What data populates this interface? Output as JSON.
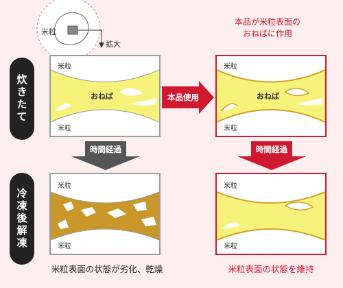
{
  "zoom": {
    "grain_label": "米粒",
    "enlarge_label": "拡大"
  },
  "rows": {
    "cooked": "炊きたて",
    "frozen": "冷凍後解凍"
  },
  "panels": {
    "top_left": {
      "top_grain": "米粒",
      "bottom_grain": "米粒",
      "center": "おねば"
    },
    "top_right": {
      "top_grain": "米粒",
      "bottom_grain": "米粒",
      "center": "おねば"
    },
    "bottom_left": {
      "top_grain": "米粒",
      "bottom_grain": "米粒"
    },
    "bottom_right": {
      "top_grain": "米粒",
      "bottom_grain": "米粒"
    }
  },
  "arrows": {
    "use_product": "本品使用",
    "time_left": "時間経過",
    "time_right": "時間経過"
  },
  "captions": {
    "top_right_line1": "本品が米粒表面の",
    "top_right_line2": "おねばに作用",
    "bottom_left": "米粒表面の状態が劣化、乾燥",
    "bottom_right": "米粒表面の状態を維持"
  },
  "colors": {
    "gray_border": "#9a9a9a",
    "red": "#d0182e",
    "yellow_fill": "#f7f27a",
    "brown_fill": "#c9972a",
    "dark": "#222222",
    "pink_bg": "#fdeef0"
  }
}
